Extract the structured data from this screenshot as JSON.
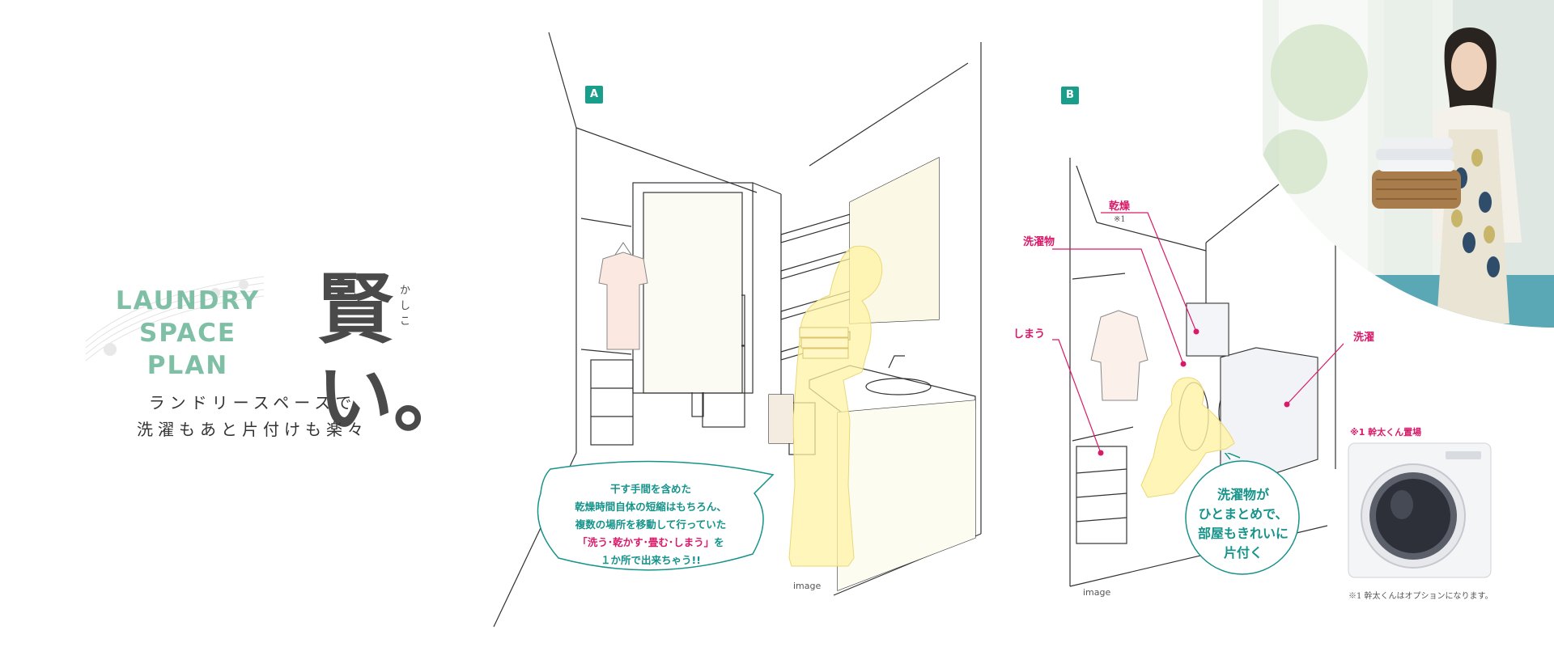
{
  "heading": {
    "en_line1": "LAUNDRY SPACE",
    "en_line2": "PLAN",
    "kanji": "賢い。",
    "ruby": "かしこ",
    "sub_line1": "ランドリースペースで",
    "sub_line2": "洗濯もあと片付けも楽々"
  },
  "panel_a": {
    "badge": "A",
    "caption": "image",
    "bubble_lines": [
      "干す手間を含めた",
      "乾燥時間自体の短縮はもちろん、",
      "複数の場所を移動して行っていた"
    ],
    "bubble_highlight": "「洗う･乾かす･畳む･しまう」",
    "bubble_highlight_suffix": "を",
    "bubble_last": "１か所で出来ちゃう!!"
  },
  "panel_b": {
    "badge": "B",
    "caption": "image",
    "label_dry": "乾燥",
    "label_dry_note": "※1",
    "label_laundry": "洗濯物",
    "label_store": "しまう",
    "label_wash": "洗濯",
    "circle_lines": [
      "洗濯物が",
      "ひとまとめで、",
      "部屋もきれいに",
      "片付く"
    ]
  },
  "product": {
    "label": "※1 幹太くん置場",
    "footnote": "※1 幹太くんはオプションになります。"
  },
  "colors": {
    "accent_green": "#1a9e8c",
    "accent_pink": "#d91a69",
    "title_green": "#7fbfa5"
  }
}
